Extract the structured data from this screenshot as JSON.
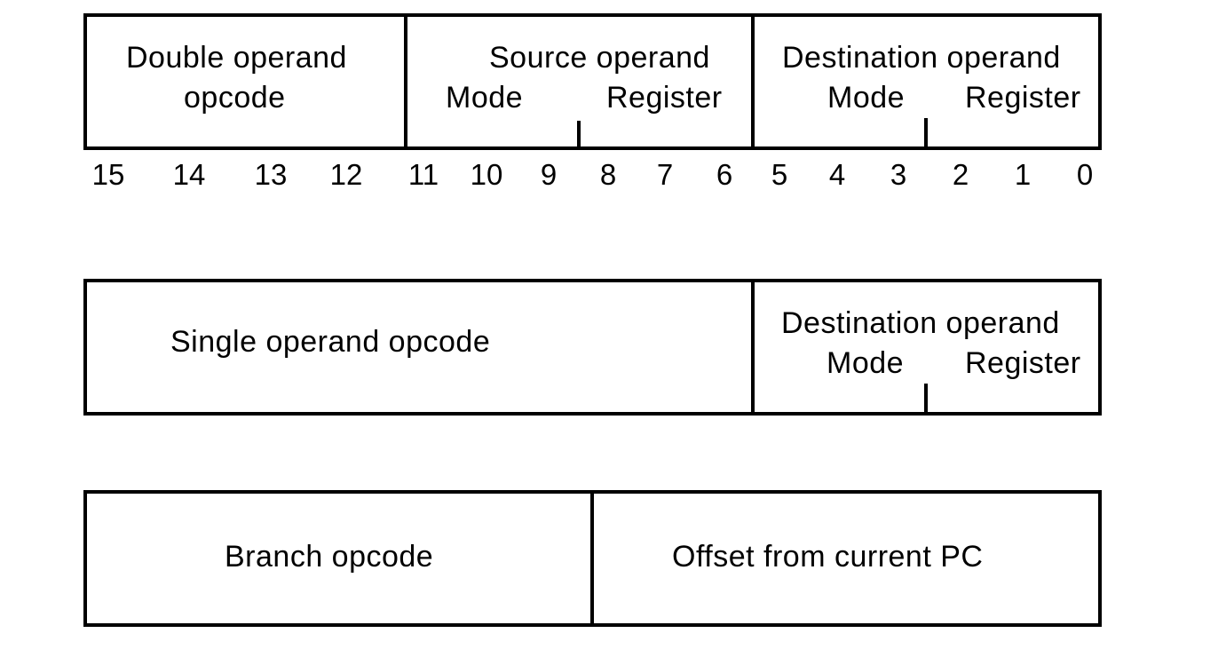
{
  "double_operand": {
    "opcode_line1": "Double operand",
    "opcode_line2": "opcode",
    "source_title": "Source operand",
    "source_mode": "Mode",
    "source_register": "Register",
    "dest_title": "Destination operand",
    "dest_mode": "Mode",
    "dest_register": "Register"
  },
  "bit_numbers": [
    "15",
    "14",
    "13",
    "12",
    "11",
    "10",
    "9",
    "8",
    "7",
    "6",
    "5",
    "4",
    "3",
    "2",
    "1",
    "0"
  ],
  "single_operand": {
    "opcode": "Single operand opcode",
    "dest_title": "Destination operand",
    "dest_mode": "Mode",
    "dest_register": "Register"
  },
  "branch": {
    "opcode": "Branch opcode",
    "offset": "Offset from current PC"
  }
}
